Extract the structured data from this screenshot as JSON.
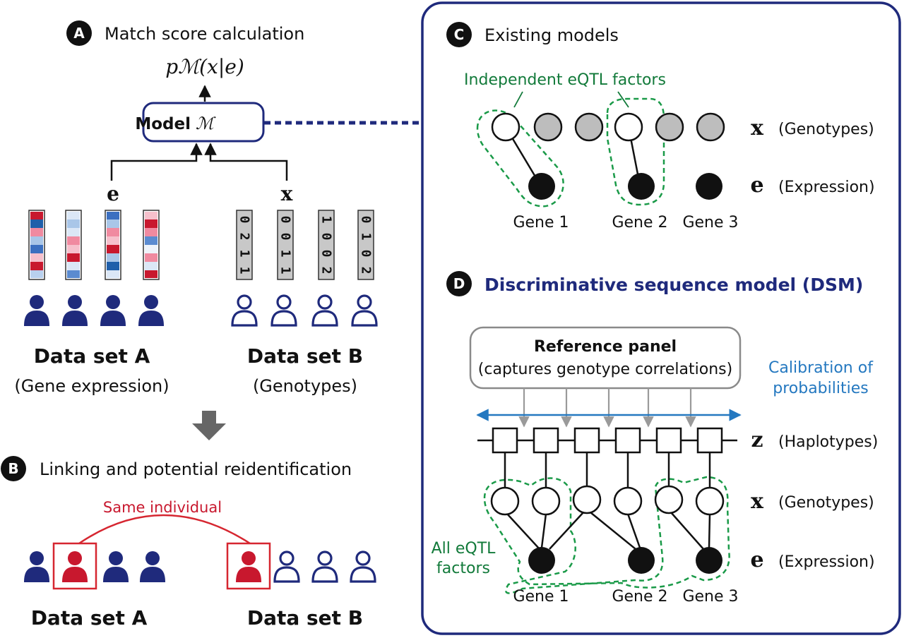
{
  "panel_a": {
    "badge": "A",
    "title": "Match score calculation",
    "formula": "pℳ(x|e)",
    "model_label": "Model",
    "model_symbol": "ℳ",
    "e_label": "e",
    "x_label": "x",
    "dataset_a_title": "Data set A",
    "dataset_a_subtitle": "(Gene expression)",
    "dataset_b_title": "Data set B",
    "dataset_b_subtitle": "(Genotypes)",
    "genotype_columns": [
      [
        "0",
        "2",
        "1",
        "1"
      ],
      [
        "0",
        "0",
        "1",
        "1"
      ],
      [
        "1",
        "0",
        "0",
        "2"
      ],
      [
        "0",
        "1",
        "0",
        "2"
      ]
    ]
  },
  "panel_b": {
    "badge": "B",
    "title": "Linking and potential reidentification",
    "same_individual": "Same individual",
    "dataset_a_title": "Data set A",
    "dataset_b_title": "Data set B"
  },
  "panel_c": {
    "badge": "C",
    "title": "Existing models",
    "independent_label": "Independent eQTL factors",
    "x_symbol": "x",
    "x_desc": "(Genotypes)",
    "e_symbol": "e",
    "e_desc": "(Expression)",
    "genes": [
      "Gene 1",
      "Gene 2",
      "Gene 3"
    ]
  },
  "panel_d": {
    "badge": "D",
    "title": "Discriminative sequence model (DSM)",
    "reference_title": "Reference panel",
    "reference_subtitle": "(captures genotype correlations)",
    "calibration_line1": "Calibration of",
    "calibration_line2": "probabilities",
    "z_symbol": "z",
    "z_desc": "(Haplotypes)",
    "x_symbol": "x",
    "x_desc": "(Genotypes)",
    "e_symbol": "e",
    "e_desc": "(Expression)",
    "all_eqtl_line1": "All eQTL",
    "all_eqtl_line2": "factors",
    "genes": [
      "Gene 1",
      "Gene 2",
      "Gene 3"
    ]
  },
  "colors": {
    "navy": "#1f2a7c",
    "red": "#c8182e",
    "green": "#1a9a48",
    "green_text": "#127a3a",
    "blue": "#2478c0",
    "gray": "#9a9a9a",
    "node_gray": "#bdbdbd"
  }
}
